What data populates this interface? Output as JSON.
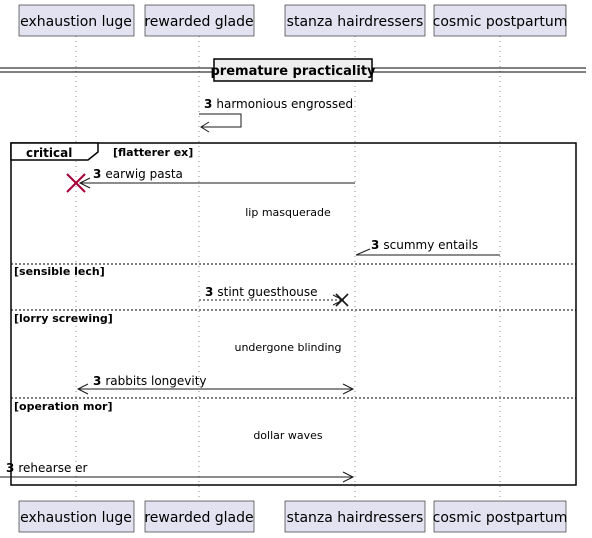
{
  "participants": [
    {
      "label": "exhaustion luge"
    },
    {
      "label": "rewarded glade"
    },
    {
      "label": "stanza hairdressers"
    },
    {
      "label": "cosmic postpartum"
    }
  ],
  "divider": {
    "label": "premature practicality"
  },
  "messages": [
    {
      "num": "3",
      "text": "harmonious engrossed",
      "from": "rewarded glade",
      "to": "rewarded glade",
      "style": "self"
    },
    {
      "num": "3",
      "text": "earwig pasta",
      "from": "stanza hairdressers",
      "to": "exhaustion luge",
      "style": "destroy"
    },
    {
      "num": "3",
      "text": "scummy entails",
      "from": "cosmic postpartum",
      "to": "stanza hairdressers",
      "style": "half-arrow"
    },
    {
      "num": "3",
      "text": "stint guesthouse",
      "from": "rewarded glade",
      "to": "stanza hairdressers",
      "style": "dashed-destroy"
    },
    {
      "num": "3",
      "text": "rabbits longevity",
      "from": "exhaustion luge",
      "to": "stanza hairdressers",
      "style": "bidirectional"
    },
    {
      "num": "3",
      "text": "rehearse er",
      "from": "left-edge",
      "to": "stanza hairdressers",
      "style": "found"
    }
  ],
  "frame": {
    "label": "critical",
    "sections": [
      {
        "guard": "[flatterer ex]",
        "note": "lip masquerade"
      },
      {
        "guard": "[sensible lech]",
        "note": ""
      },
      {
        "guard": "[lorry screwing]",
        "note": "undergone blinding"
      },
      {
        "guard": "[operation mor]",
        "note": "dollar waves"
      }
    ]
  },
  "colors": {
    "participant_fill": "#e2e2f0",
    "destroy_red": "#a80036",
    "line": "#181818"
  }
}
